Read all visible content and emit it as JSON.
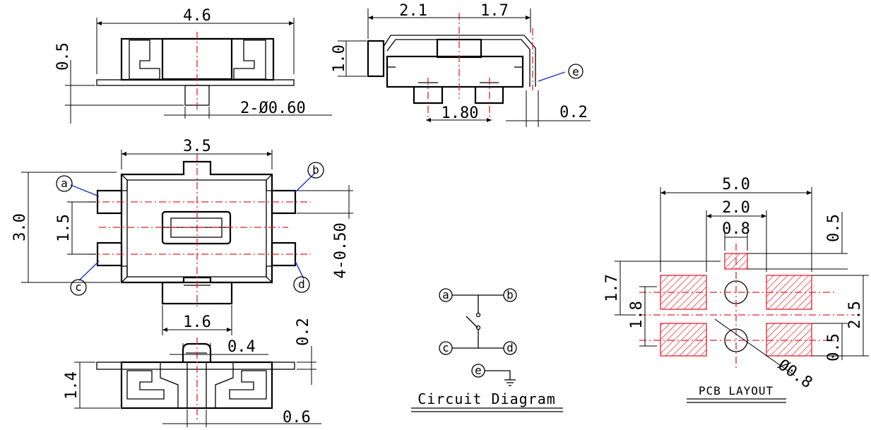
{
  "labels": {
    "a": "a",
    "b": "b",
    "c": "c",
    "d": "d",
    "e": "e"
  },
  "dimensions": {
    "top_width": "4.6",
    "top_height": "0.5",
    "top_pins": "2-Ø0.60",
    "side_left": "2.1",
    "side_right": "1.7",
    "side_height": "1.0",
    "side_pitch": "1.80",
    "side_thickness": "0.2",
    "body_width": "3.5",
    "body_height": "3.0",
    "pin_pitch": "1.5",
    "pin_width": "4-0.50",
    "actuator_width": "1.6",
    "front_height": "1.4",
    "front_top": "0.2",
    "front_pin": "0.4",
    "front_bottom": "0.6",
    "pcb_width": "5.0",
    "pcb_inner": "2.0",
    "pcb_pad": "0.8",
    "pcb_gap_top": "0.5",
    "pcb_height_left": "1.7",
    "pcb_height_inner": "1.8",
    "pcb_height_right": "2.5",
    "pcb_gap_bottom": "0.5",
    "pcb_hole": "Ø0.8"
  },
  "captions": {
    "circuit": "Circuit Diagram",
    "pcb": "PCB LAYOUT"
  },
  "colors": {
    "line": "#000000",
    "centerline": "#e8202a",
    "leader": "#1d2bd0",
    "pad_hatch": "#e8202a"
  }
}
